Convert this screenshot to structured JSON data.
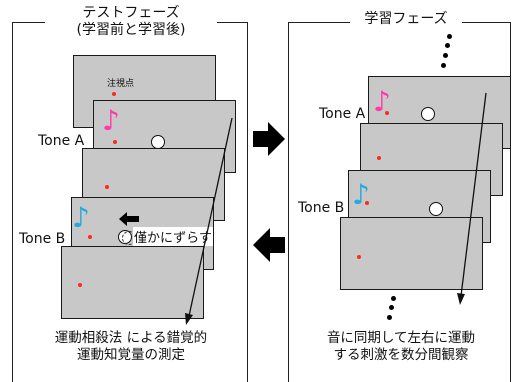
{
  "left_panel": {
    "title_line1": "テストフェーズ",
    "title_line2": "(学習前と学習後)",
    "fixation_label": "注視点",
    "tone_a": "Tone A",
    "tone_b": "Tone B",
    "shift_label": "僅かにずらす",
    "caption_line1": "運動相殺法 による錯覚的",
    "caption_line2": "運動知覚量の測定"
  },
  "right_panel": {
    "title": "学習フェーズ",
    "tone_a": "Tone A",
    "tone_b": "Tone B",
    "caption_line1": "音に同期して左右に運動",
    "caption_line2": "する刺激を数分間観察"
  },
  "colors": {
    "card_fill": "#c8c8c8",
    "fixation_dot": "#ff2a1a",
    "note_tone_a": "#ff3aa8",
    "note_tone_b": "#27a8e0"
  },
  "icons": [
    "music-note-icon",
    "arrow-right-icon",
    "arrow-left-icon",
    "arrow-left-small-icon"
  ]
}
